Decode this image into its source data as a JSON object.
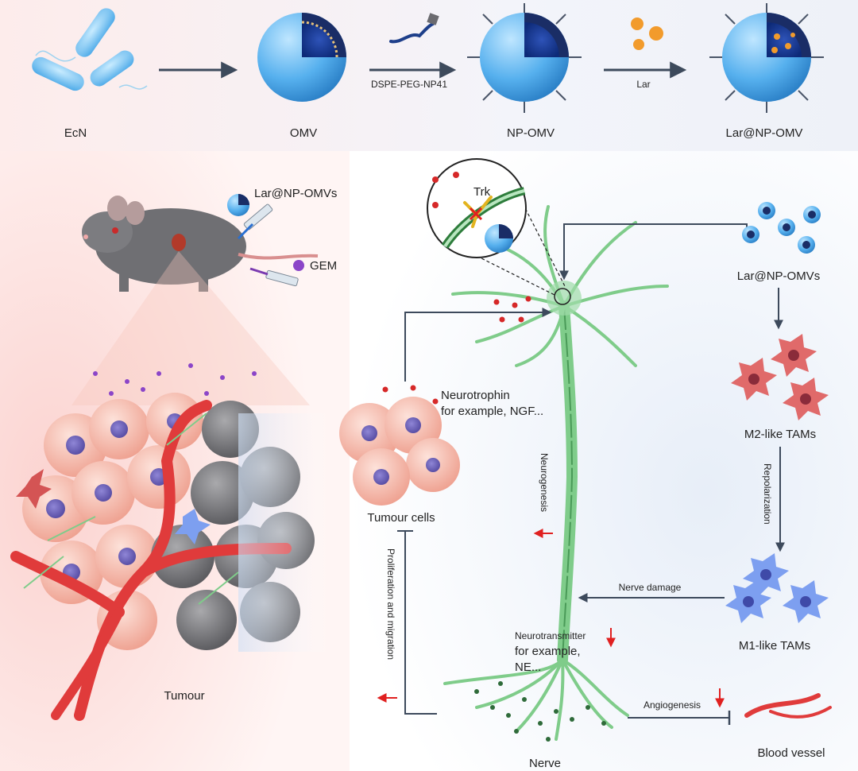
{
  "top_row": {
    "ecn": "EcN",
    "omv": "OMV",
    "np_omv": "NP-OMV",
    "lar_np_omv": "Lar@NP-OMV",
    "step1_reagent": "DSPE-PEG-NP41",
    "step2_reagent": "Lar"
  },
  "mouse_panel": {
    "injection_label": "Lar@NP-OMVs",
    "gem_label": "GEM",
    "tumour_label": "Tumour"
  },
  "mechanism": {
    "trk_label": "Trk",
    "neurotrophin_line1": "Neurotrophin",
    "neurotrophin_line2": "for example, NGF...",
    "tumour_cells": "Tumour cells",
    "neurogenesis": "Neurogenesis",
    "proliferation": "Proliferation and migration",
    "neurotransmitter_line1": "Neurotransmitter",
    "neurotransmitter_line2": "for example,",
    "neurotransmitter_line3": "NE...",
    "nerve": "Nerve",
    "angiogenesis": "Angiogenesis",
    "blood_vessel": "Blood vessel",
    "lar_np_omvs": "Lar@NP-OMVs",
    "m2_tams": "M2-like TAMs",
    "repolarization": "Repolarization",
    "m1_tams": "M1-like TAMs",
    "nerve_damage": "Nerve damage"
  },
  "colors": {
    "arrow": "#3d4a5c",
    "down_arrow": "#e02020",
    "nerve_green": "#7fcc8a",
    "omv_blue": "#3f9fe0",
    "tumour_pink": "#f3b2a4",
    "m2_red": "#e06a6a",
    "m1_blue": "#7d9ff0",
    "vessel_red": "#e03b3b"
  }
}
